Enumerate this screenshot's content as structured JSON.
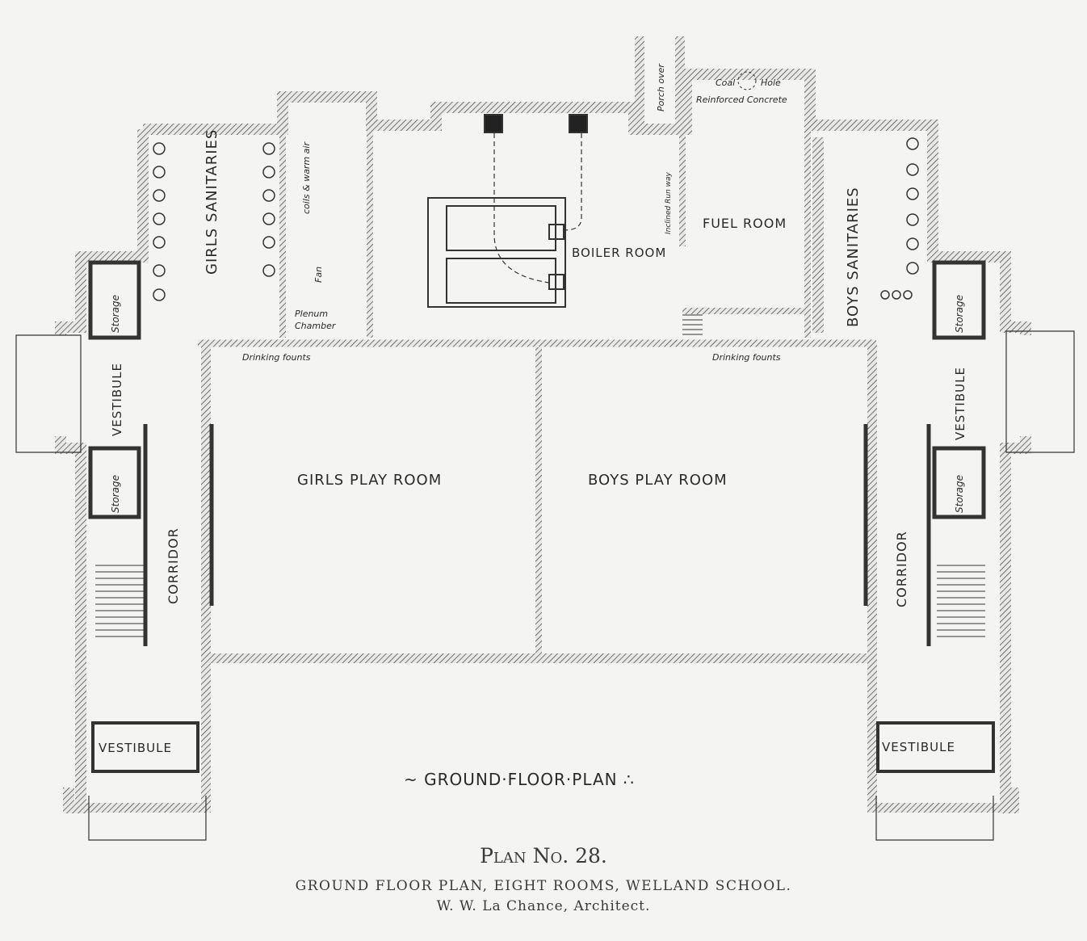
{
  "plan": {
    "title": "Ground Floor Plan",
    "rooms": {
      "girls_sanitaries": "GIRLS SANITARIES",
      "boys_sanitaries": "BOYS SANITARIES",
      "coils": "coils & warm air",
      "fan": "Fan",
      "plenum": "Plenum",
      "chamber": "Chamber",
      "boiler_room": "BOILER ROOM",
      "fuel_room": "FUEL ROOM",
      "inclined_runway": "Inclined Run way",
      "porch_over": "Porch over",
      "coal": "Coal",
      "hole": "Hole",
      "reinforced_concrete": "Reinforced Concrete",
      "drinking_founts_left": "Drinking founts",
      "drinking_founts_right": "Drinking founts",
      "girls_play_room": "GIRLS PLAY ROOM",
      "boys_play_room": "BOYS PLAY ROOM",
      "storage_left_top": "Storage",
      "storage_left_bottom": "Storage",
      "storage_right_top": "Storage",
      "storage_right_bottom": "Storage",
      "vestibule_left_side": "VESTIBULE",
      "vestibule_right_side": "VESTIBULE",
      "vestibule_left_bottom": "VESTIBULE",
      "vestibule_right_bottom": "VESTIBULE",
      "corridor_left": "CORRIDOR",
      "corridor_right": "CORRIDOR"
    },
    "heading": "~ GROUND·FLOOR·PLAN ∴"
  },
  "caption": {
    "plan_number": "Plan No. 28.",
    "description": "GROUND FLOOR PLAN, EIGHT ROOMS, WELLAND SCHOOL.",
    "architect": "W. W. La Chance, Architect."
  }
}
